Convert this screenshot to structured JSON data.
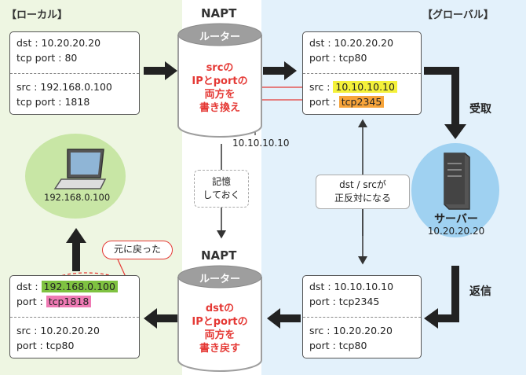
{
  "regions": {
    "local_title": "【ローカル】",
    "global_title": "【グローバル】"
  },
  "napt_top": {
    "label": "NAPT",
    "router": "ルーター",
    "text_lines": [
      "srcの",
      "IPとportの",
      "両方を",
      "書き換え"
    ],
    "ip": "10.10.10.10"
  },
  "napt_bottom": {
    "label": "NAPT",
    "router": "ルーター",
    "text_lines": [
      "dstの",
      "IPとportの",
      "両方を",
      "書き戻す"
    ]
  },
  "memo": {
    "lines": [
      "記憶",
      "しておく"
    ]
  },
  "swap_note": {
    "lines": [
      "dst / srcが",
      "正反対になる"
    ]
  },
  "returned_note": "元に戻った",
  "labels": {
    "receive": "受取",
    "reply": "返信"
  },
  "pc": {
    "ip": "192.168.0.100"
  },
  "server": {
    "name": "サーバー",
    "ip": "10.20.20.20"
  },
  "packets": {
    "local_out": {
      "dst": "dst : 10.20.20.20",
      "tcp": "tcp port : 80",
      "src": "src : 192.168.0.100",
      "src_tcp": "tcp port : 1818"
    },
    "global_out": {
      "dst": "dst : 10.20.20.20",
      "tcp": "port : tcp80",
      "src_prefix": "src : ",
      "src_value": "10.10.10.10",
      "port_prefix": "port : ",
      "port_value": "tcp2345"
    },
    "global_in": {
      "dst": "dst : 10.10.10.10",
      "tcp": "port : tcp2345",
      "src": "src : 10.20.20.20",
      "src_port": "port : tcp80"
    },
    "local_in": {
      "dst_prefix": "dst : ",
      "dst_value": "192.168.0.100",
      "port_prefix": "port : ",
      "port_value": "tcp1818",
      "src": "src : 10.20.20.20",
      "src_port": "port : tcp80"
    }
  },
  "colors": {
    "arrow": "#222222",
    "highlight_red": "#e53935",
    "cylinder": "#9e9e9e",
    "highlight_yellow": "#f4f13a",
    "highlight_orange": "#f7a43a",
    "highlight_green": "#7fc241",
    "highlight_pink": "#ef7ab4"
  }
}
